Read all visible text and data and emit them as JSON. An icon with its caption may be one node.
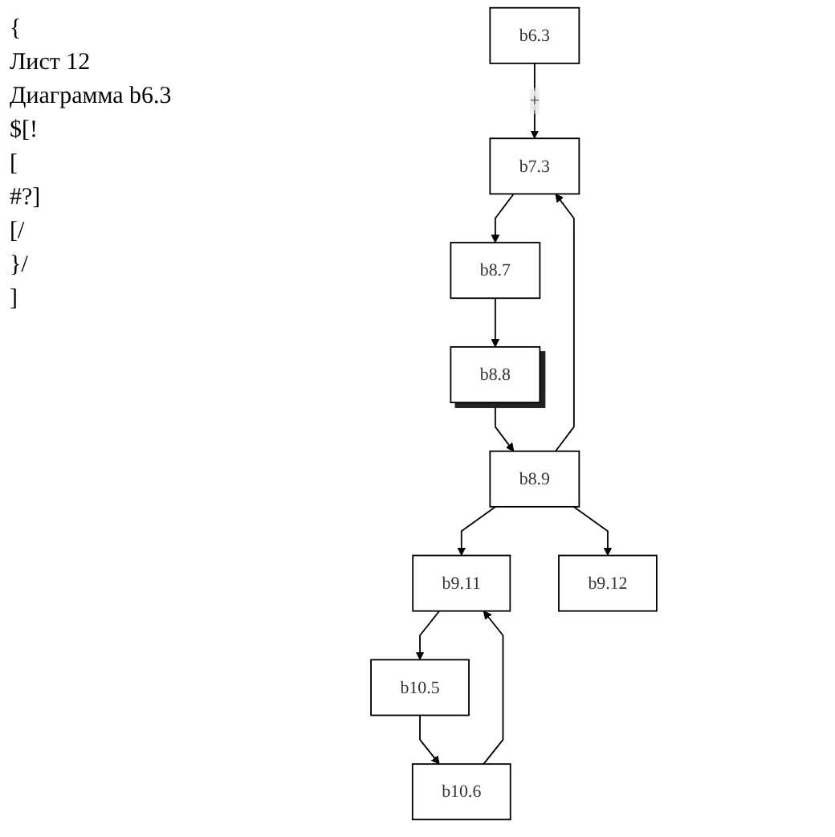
{
  "diagram": {
    "nodes": [
      {
        "text": [
          "b6.3"
        ]
      },
      {
        "text": [
          "b7.3"
        ]
      },
      {
        "text": [
          "b8.7"
        ]
      },
      {
        "text": [
          "b8.8"
        ]
      },
      {
        "text": [
          "b8.9"
        ]
      },
      {
        "text": [
          "b9.11"
        ]
      },
      {
        "text": [
          "b9.12"
        ]
      },
      {
        "text": [
          "b10.5"
        ]
      },
      {
        "text": [
          "b10.6"
        ]
      }
    ],
    "edges": [
      {
        "from": 0,
        "to": 1,
        "arrow": "to",
        "label": "+"
      },
      {
        "from": 1,
        "to": 2,
        "arrow": "to"
      },
      {
        "from": 2,
        "to": 3,
        "arrow": "to"
      },
      {
        "from": 3,
        "to": 4,
        "arrow": "to"
      },
      {
        "from": 4,
        "to": 1,
        "arrow": "to"
      },
      {
        "from": 4,
        "to": 5,
        "arrow": "to"
      },
      {
        "from": 4,
        "to": 6,
        "arrow": "to"
      },
      {
        "from": 5,
        "to": 7,
        "arrow": "to"
      },
      {
        "from": 7,
        "to": 8,
        "arrow": "to"
      },
      {
        "from": 8,
        "to": 5,
        "arrow": "to"
      }
    ],
    "labels": [
      "{",
      "Лист 12",
      "Диаграмма b6.3",
      "$[!",
      "[",
      "#?]",
      "[/",
      "}/",
      "]"
    ]
  }
}
